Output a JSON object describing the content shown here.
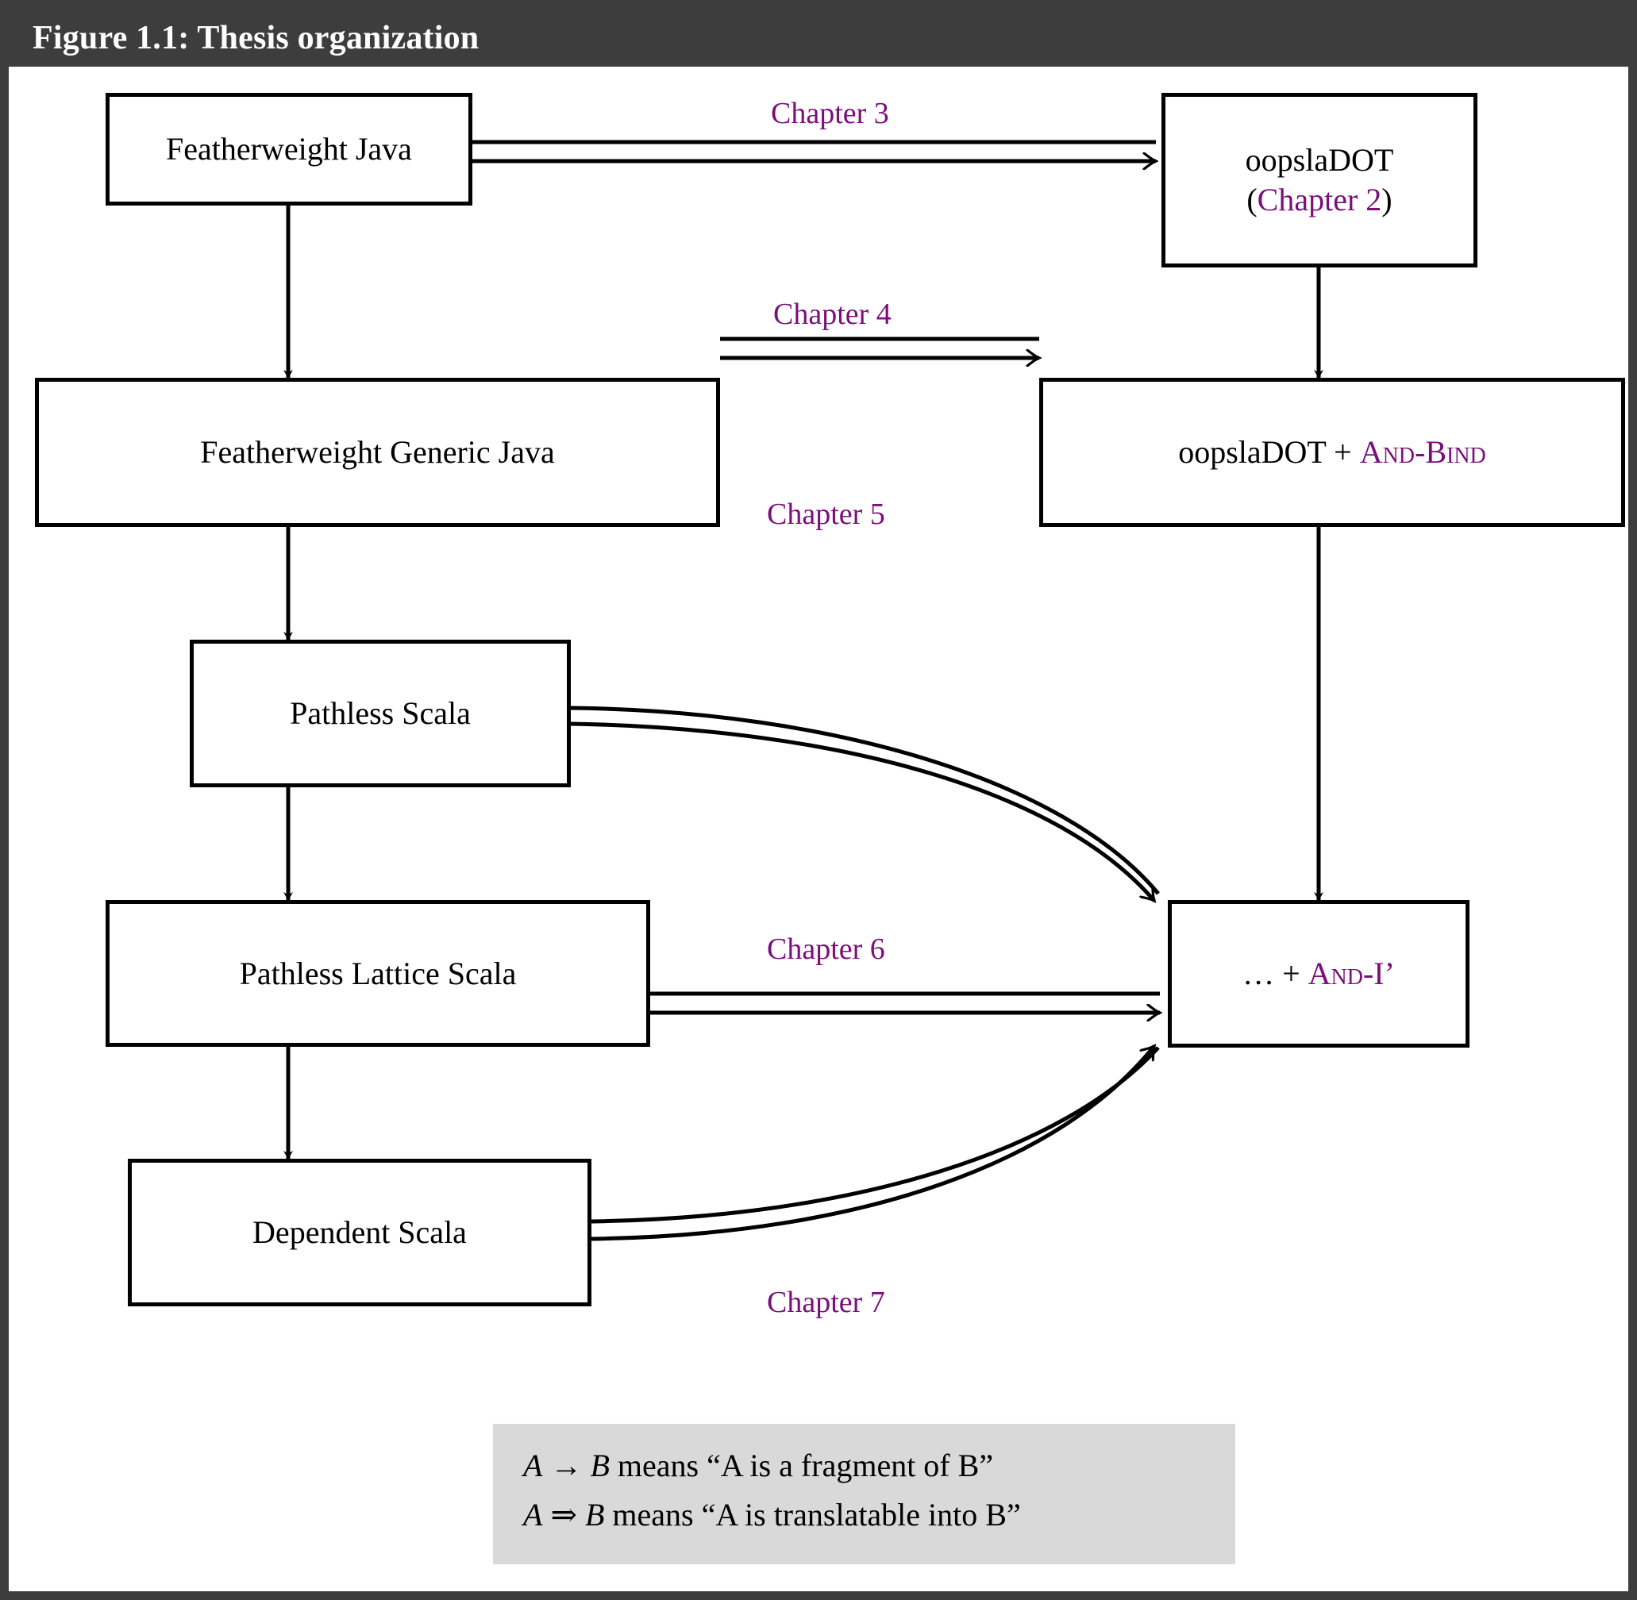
{
  "figure": {
    "caption": "Figure 1.1: Thesis organization",
    "accent_color": "#7a0e7a",
    "caption_bar_color": "#3d3d3d",
    "legend_bg_color": "#d9d9d9"
  },
  "nodes": {
    "featherweight_java": {
      "label": "Featherweight Java"
    },
    "oopsladot": {
      "label_main": "oopslaDOT",
      "paren_open": "(",
      "label_chapter": "Chapter 2",
      "paren_close": ")"
    },
    "featherweight_generic_java": {
      "label": "Featherweight Generic Java"
    },
    "oopsladot_and_bind": {
      "label_main": "oopslaDOT + ",
      "label_rule": "And-Bind"
    },
    "pathless_scala": {
      "label": "Pathless Scala"
    },
    "pathless_lattice_scala": {
      "label": "Pathless Lattice Scala"
    },
    "dependent_scala": {
      "label": "Dependent Scala"
    },
    "and_i_prime": {
      "label_main": "… + ",
      "label_rule": "And-I’"
    }
  },
  "edge_labels": {
    "chapter3": "Chapter 3",
    "chapter4": "Chapter 4",
    "chapter5": "Chapter 5",
    "chapter6": "Chapter 6",
    "chapter7": "Chapter 7"
  },
  "legend": {
    "line1_a": "A",
    "line1_arrow": "→",
    "line1_b": "B",
    "line1_rest": " means “A is a fragment of B”",
    "line2_a": "A",
    "line2_arrow": "⇒",
    "line2_b": "B",
    "line2_rest": " means “A is translatable into B”"
  },
  "chart_data": {
    "type": "diagram",
    "title": "Figure 1.1: Thesis organization",
    "node_list": [
      "Featherweight Java",
      "oopslaDOT (Chapter 2)",
      "Featherweight Generic Java",
      "oopslaDOT + And-Bind",
      "Pathless Scala",
      "Pathless Lattice Scala",
      "Dependent Scala",
      "… + And-I’"
    ],
    "edges": [
      {
        "from": "Featherweight Java",
        "to": "oopslaDOT (Chapter 2)",
        "label": "Chapter 3",
        "style": "double"
      },
      {
        "from": "Featherweight Java",
        "to": "Featherweight Generic Java",
        "label": "",
        "style": "single"
      },
      {
        "from": "oopslaDOT (Chapter 2)",
        "to": "oopslaDOT + And-Bind",
        "label": "",
        "style": "single"
      },
      {
        "from": "Featherweight Generic Java",
        "to": "oopslaDOT + And-Bind",
        "label": "Chapter 4",
        "style": "double"
      },
      {
        "from": "Featherweight Generic Java",
        "to": "Pathless Scala",
        "label": "",
        "style": "single"
      },
      {
        "from": "oopslaDOT + And-Bind",
        "to": "… + And-I’",
        "label": "",
        "style": "single"
      },
      {
        "from": "Pathless Scala",
        "to": "… + And-I’",
        "label": "Chapter 5",
        "style": "double-curve"
      },
      {
        "from": "Pathless Scala",
        "to": "Pathless Lattice Scala",
        "label": "",
        "style": "single"
      },
      {
        "from": "Pathless Lattice Scala",
        "to": "… + And-I’",
        "label": "Chapter 6",
        "style": "double"
      },
      {
        "from": "Pathless Lattice Scala",
        "to": "Dependent Scala",
        "label": "",
        "style": "single"
      },
      {
        "from": "Dependent Scala",
        "to": "… + And-I’",
        "label": "Chapter 7",
        "style": "double-curve"
      }
    ]
  }
}
